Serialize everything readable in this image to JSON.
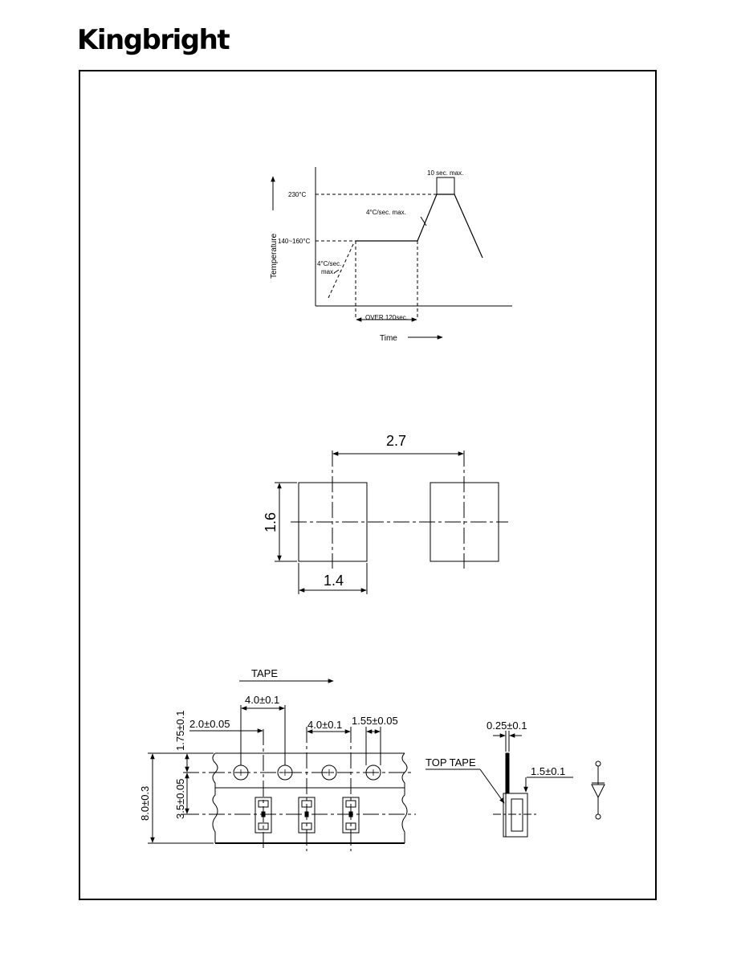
{
  "brand": {
    "logo": "Kingbright"
  },
  "soldering_profile": {
    "ylabel": "Temperature",
    "xlabel": "Time",
    "peak_temp": "230°C",
    "preheat_temp": "140~160°C",
    "peak_time": "10 sec. max.",
    "ramp_up_rate": "4°C/sec. max.",
    "initial_rate_line1": "4°C/sec.",
    "initial_rate_line2": "max.",
    "preheat_time": "OVER 120sec."
  },
  "pad_layout": {
    "pitch": "2.7",
    "pad_height": "1.6",
    "pad_width": "1.4"
  },
  "tape": {
    "direction_label": "TAPE",
    "sprocket_pitch": "4.0±0.1",
    "hole_to_pocket": "2.0±0.05",
    "edge_to_hole": "1.75±0.1",
    "pocket_pitch": "4.0±0.1",
    "hole_diameter": "1.55±0.05",
    "tape_width": "8.0±0.3",
    "hole_to_center": "3.5±0.05",
    "thickness": "0.25±0.1",
    "top_tape": "TOP TAPE",
    "pocket_depth": "1.5±0.1"
  }
}
